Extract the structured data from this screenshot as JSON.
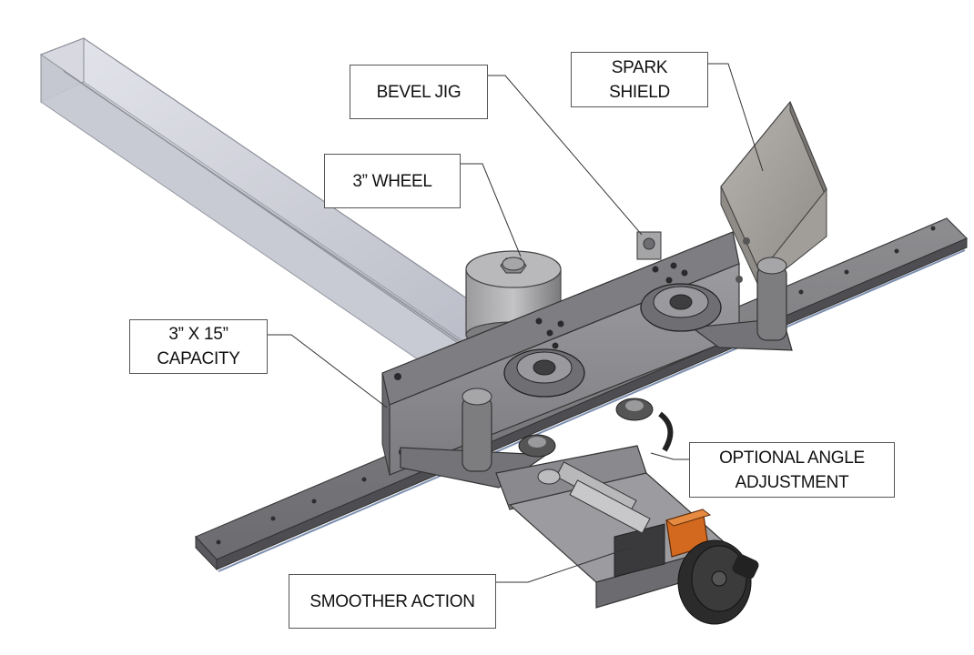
{
  "labels": {
    "bevel_jig": "BEVEL JIG",
    "spark_shield": [
      "SPARK",
      "SHIELD"
    ],
    "wheel": "3” WHEEL",
    "capacity": [
      "3” X 15”",
      "CAPACITY"
    ],
    "angle_adjust": [
      "OPTIONAL ANGLE",
      "ADJUSTMENT"
    ],
    "smoother": "SMOOTHER ACTION"
  },
  "colors": {
    "steel": "#8a8a8d",
    "steel_dark": "#5d5d60",
    "steel_light": "#b5b5b8",
    "tube": "#c9cad2",
    "knob": "#7b7b7d",
    "accent_orange": "#d2691e",
    "handwheel": "#2b2b2b"
  }
}
